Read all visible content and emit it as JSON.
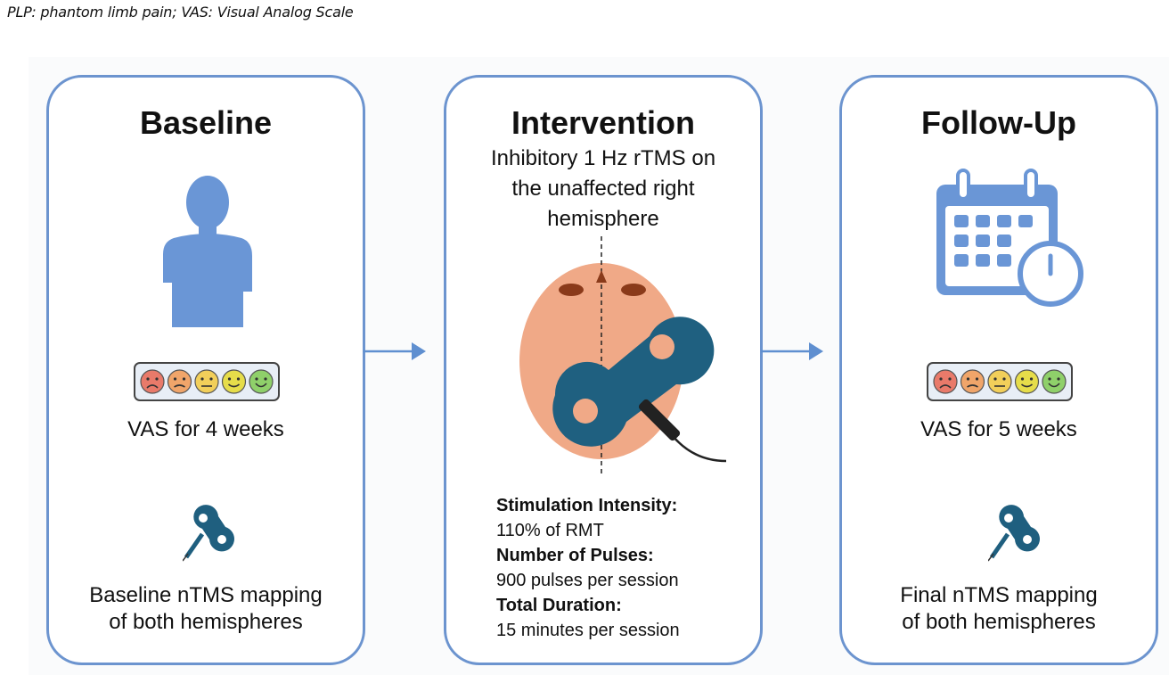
{
  "caption": "PLP: phantom limb pain; VAS: Visual Analog Scale",
  "colors": {
    "panel_border": "#6c94cf",
    "figure_blue": "#6a96d6",
    "coil_teal": "#1f5f7f",
    "head": "#f0a987",
    "eyebrow": "#8a3a1a"
  },
  "baseline": {
    "title": "Baseline",
    "vas_text": "VAS for 4 weeks",
    "mapping_line1": "Baseline nTMS mapping",
    "mapping_line2": "of both hemispheres"
  },
  "intervention": {
    "title": "Intervention",
    "subtitle_line1": "Inhibitory 1 Hz rTMS on",
    "subtitle_line2": "the unaffected right",
    "subtitle_line3": "hemisphere",
    "intensity_label": "Stimulation Intensity:",
    "intensity_value": "110% of RMT",
    "pulses_label": "Number of Pulses:",
    "pulses_value": "900 pulses per session",
    "duration_label": "Total Duration:",
    "duration_value": "15 minutes per session"
  },
  "followup": {
    "title": "Follow-Up",
    "vas_text": "VAS for 5 weeks",
    "mapping_line1": "Final nTMS mapping",
    "mapping_line2": "of both hemispheres"
  },
  "icons": [
    "person-silhouette-icon",
    "vas-faces-icon",
    "tms-coil-icon",
    "head-with-coil-icon",
    "calendar-clock-icon",
    "arrow-right-icon"
  ]
}
